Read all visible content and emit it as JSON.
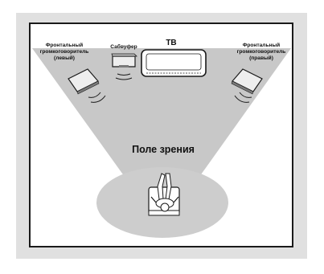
{
  "labels": {
    "front_left_line1": "Фронтальный",
    "front_left_line2": "громкоговоритель",
    "front_left_line3": "(левый)",
    "subwoofer": "Сабвуфер",
    "tv": "ТВ",
    "front_right_line1": "Фронтальный",
    "front_right_line2": "громкоговоритель",
    "front_right_line3": "(правый)",
    "field_of_view": "Поле зрения"
  },
  "colors": {
    "outer_frame": "#e0e0e0",
    "cone": "#c8c8c8",
    "viewer_ellipse": "#cdcdcd",
    "speaker_body": "#eeeeee",
    "speaker_grille": "#7a7a7a",
    "stroke": "#1a1a1a"
  }
}
